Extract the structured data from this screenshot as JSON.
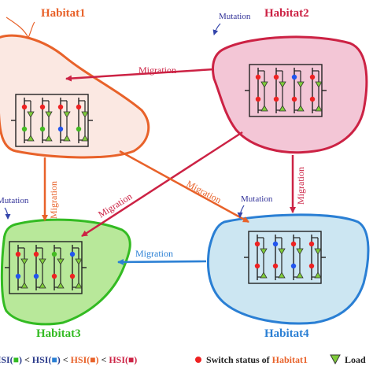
{
  "colors": {
    "habitat1": "#e8622a",
    "habitat2": "#cc2244",
    "habitat3": "#33bb22",
    "habitat4": "#2a7fd4",
    "fill1": "#fbe8e2",
    "fill2": "#f3c6d6",
    "fill3": "#b8e89a",
    "fill4": "#cce6f2",
    "mutation_text": "#333399",
    "mutation_arrow": "#3344aa",
    "dot_red": "#ee2222",
    "dot_blue": "#2255ee",
    "dot_green": "#44bb22",
    "load_green": "#7fcc3a"
  },
  "habitats": [
    {
      "title": "Habitat1"
    },
    {
      "title": "Habitat2"
    },
    {
      "title": "Habitat3"
    },
    {
      "title": "Habitat4"
    }
  ],
  "labels": {
    "migration": "Migration",
    "mutation": "Mutation"
  },
  "legend": {
    "hsi": "HSI(",
    "box": "■",
    "close": ")",
    "lt": " < ",
    "switch_status_prefix": "Switch status of ",
    "switch_status_name": "Habitat1",
    "load": "Load"
  }
}
